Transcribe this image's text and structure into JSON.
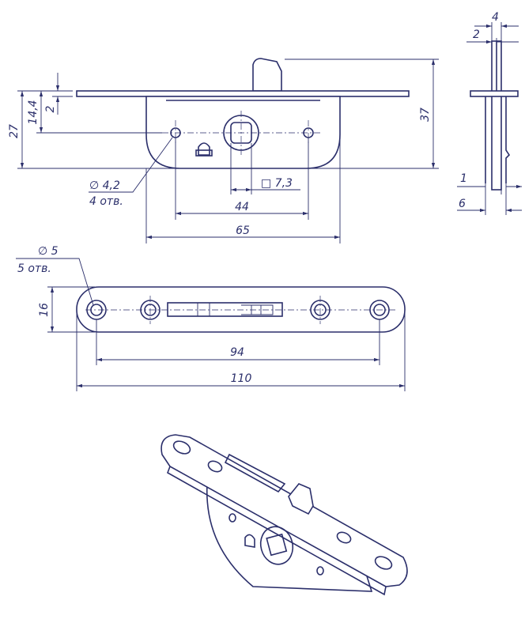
{
  "front_view": {
    "dim_total_height": "27",
    "dim_hole_offset": "14,4",
    "dim_plate_thickness": "2",
    "dim_overall_height": "37",
    "hole_diameter": "∅ 4,2",
    "hole_count": "4 отв.",
    "square_size": "□ 7,3",
    "dim_hole_spacing": "44",
    "dim_body_width": "65"
  },
  "side_view": {
    "dim_top_4": "4",
    "dim_top_2": "2",
    "dim_bottom_1": "1",
    "dim_bottom_6": "6"
  },
  "plate_view": {
    "hole_diameter": "∅ 5",
    "hole_count": "5 отв.",
    "dim_height": "16",
    "dim_hole_spacing": "94",
    "dim_length": "110"
  },
  "colors": {
    "line": "#2b2f6b"
  }
}
